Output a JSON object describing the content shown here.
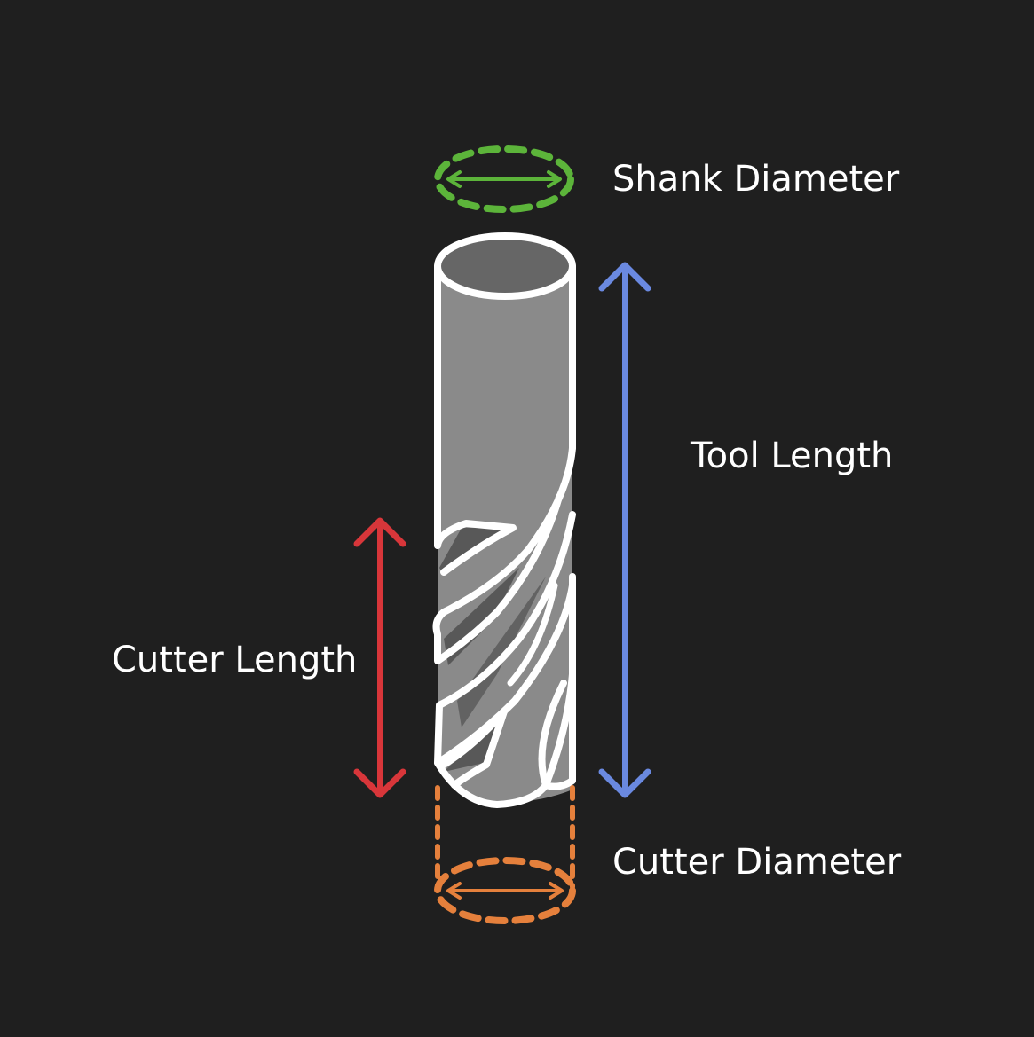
{
  "labels": {
    "shank_diameter": "Shank Diameter",
    "tool_length": "Tool Length",
    "cutter_length": "Cutter Length",
    "cutter_diameter": "Cutter Diameter"
  },
  "colors": {
    "background": "#1f1f1f",
    "shank_diameter": "#5cb43a",
    "tool_length": "#6a89e0",
    "cutter_length": "#d8363a",
    "cutter_diameter": "#e5803c",
    "tool_outline": "#ffffff",
    "tool_body": "#8a8a8a",
    "tool_cavity": "#666666",
    "text": "#ffffff"
  },
  "icons": [
    "end-mill-icon"
  ]
}
